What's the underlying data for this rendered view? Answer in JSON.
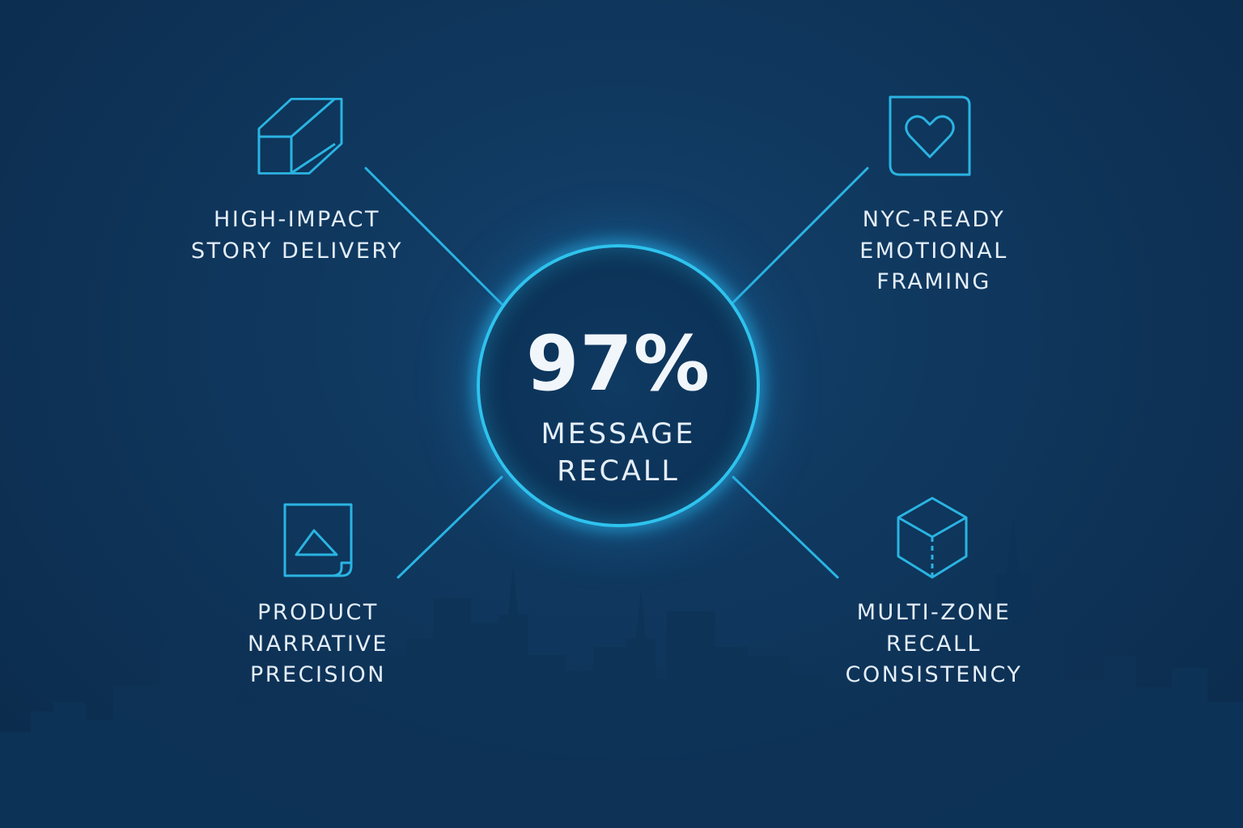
{
  "hub": {
    "value": "97%",
    "label_line1": "MESSAGE",
    "label_line2": "RECALL"
  },
  "features": [
    {
      "icon": "open-cube-icon",
      "lines": [
        "HIGH-IMPACT",
        "STORY DELIVERY"
      ]
    },
    {
      "icon": "heart-card-icon",
      "lines": [
        "NYC-READY",
        "EMOTIONAL",
        "FRAMING"
      ]
    },
    {
      "icon": "triangle-card-icon",
      "lines": [
        "PRODUCT",
        "NARRATIVE",
        "PRECISION"
      ]
    },
    {
      "icon": "isometric-cube-icon",
      "lines": [
        "MULTI-ZONE",
        "RECALL",
        "CONSISTENCY"
      ]
    }
  ],
  "colors": {
    "background": "#0f365c",
    "accent": "#2ec3ee",
    "text": "#e4eef8",
    "skyline": "#0c3152"
  }
}
